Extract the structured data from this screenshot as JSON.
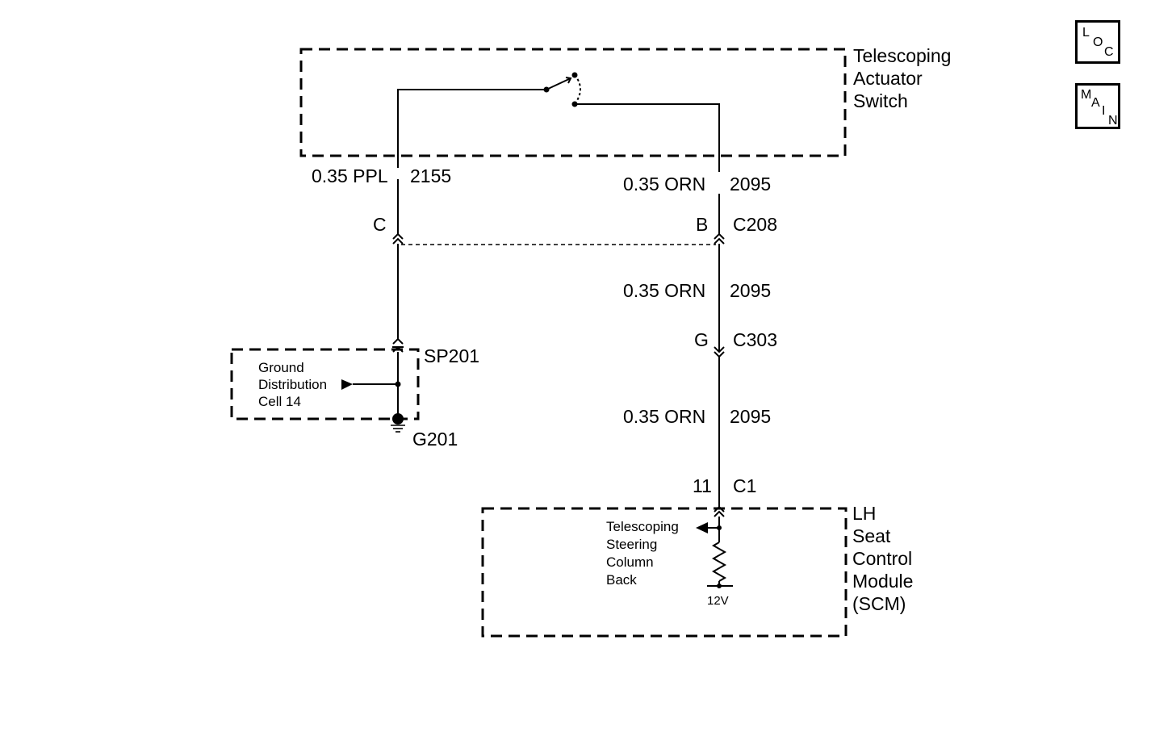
{
  "nav": {
    "loc": {
      "l1": "L",
      "l2": "O",
      "l3": "C"
    },
    "main": {
      "l1": "M",
      "l2": "A",
      "l3": "I",
      "l4": "N"
    }
  },
  "switch": {
    "name_line1": "Telescoping",
    "name_line2": "Actuator",
    "name_line3": "Switch"
  },
  "wires": {
    "ppl_gauge_color": "0.35 PPL",
    "ppl_circuit": "2155",
    "orn_gauge_color": "0.35 ORN",
    "orn_circuit": "2095"
  },
  "connectors": {
    "c208_pin_left": "C",
    "c208_pin_right": "B",
    "c208_name": "C208",
    "c303_pin": "G",
    "c303_name": "C303",
    "c1_pin": "11",
    "c1_name": "C1"
  },
  "ground": {
    "splice": "SP201",
    "ground_id": "G201",
    "ref_line1": "Ground",
    "ref_line2": "Distribution",
    "ref_line3": "Cell 14"
  },
  "module": {
    "name_line1": "LH",
    "name_line2": "Seat",
    "name_line3": "Control",
    "name_line4": "Module",
    "name_line5": "(SCM)",
    "signal_line1": "Telescoping",
    "signal_line2": "Steering",
    "signal_line3": "Column",
    "signal_line4": "Back",
    "supply": "12V"
  }
}
